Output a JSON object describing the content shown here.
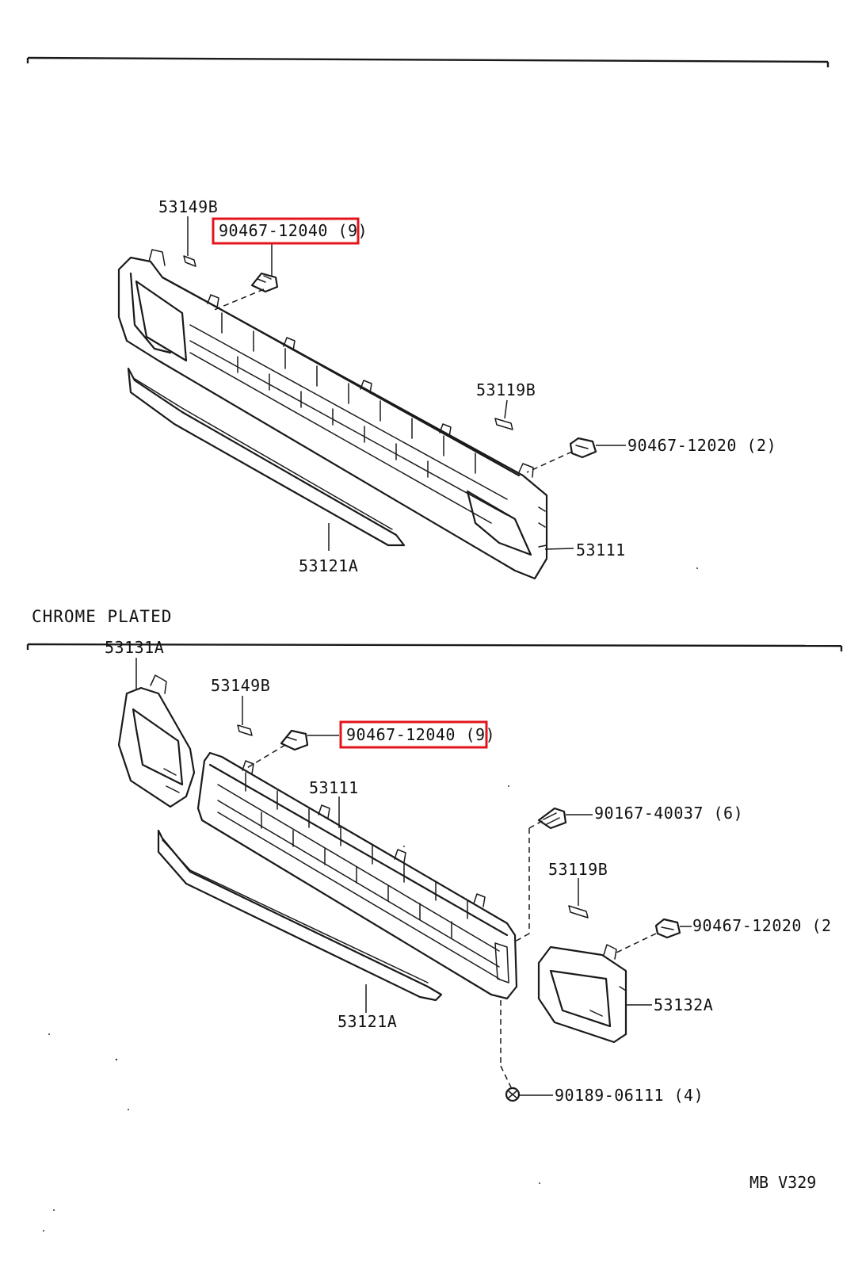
{
  "upper_section": {
    "callouts": {
      "bracket_top": "53149B",
      "clip_top": "90467-12040 (9)",
      "bracket_right": "53119B",
      "clip_right": "90467-12020 (2)",
      "grille": "53111",
      "molding": "53121A"
    }
  },
  "lower_section": {
    "heading": "CHROME PLATED",
    "callouts": {
      "lamp_bezel_left": "53131A",
      "bracket_top": "53149B",
      "clip_top": "90467-12040 (9)",
      "grille": "53111",
      "screw": "90167-40037 (6)",
      "bracket_right": "53119B",
      "clip_right": "90467-12020 (2",
      "molding": "53121A",
      "lamp_bezel_right": "53132A",
      "rivet": "90189-06111 (4)"
    }
  },
  "footer": {
    "code": "MB V329"
  },
  "highlight_color": "#e3141b"
}
